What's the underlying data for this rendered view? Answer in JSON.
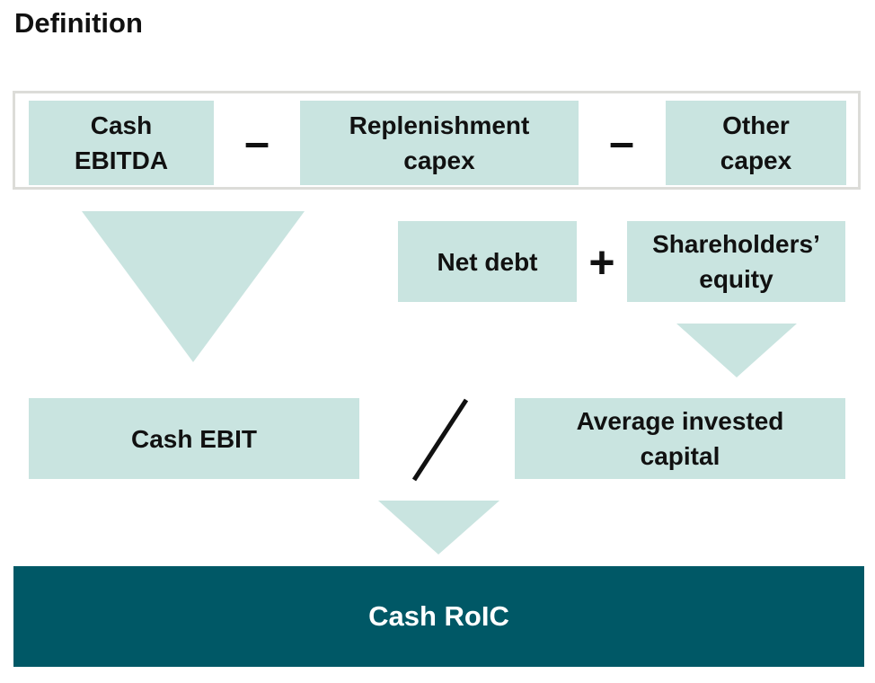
{
  "title": "Definition",
  "colors": {
    "box_fill": "#c9e4e0",
    "arrow_fill": "#c9e4e0",
    "result_fill": "#005866",
    "frame_border": "#dcdcd8"
  },
  "formula_row": {
    "cash_ebitda": [
      "Cash",
      "EBITDA"
    ],
    "minus_1": "–",
    "replenishment_capex": [
      "Replenishment",
      "capex"
    ],
    "minus_2": "–",
    "other_capex": [
      "Other",
      "capex"
    ]
  },
  "capital_row": {
    "net_debt": "Net debt",
    "plus": "+",
    "shareholders_equity": [
      "Shareholders’",
      "equity"
    ]
  },
  "ratio_row": {
    "cash_ebit": "Cash EBIT",
    "divide": "/",
    "average_invested_capital": [
      "Average invested",
      "capital"
    ]
  },
  "result": "Cash RoIC",
  "icons": {
    "arrow": "down-triangle-arrow"
  }
}
